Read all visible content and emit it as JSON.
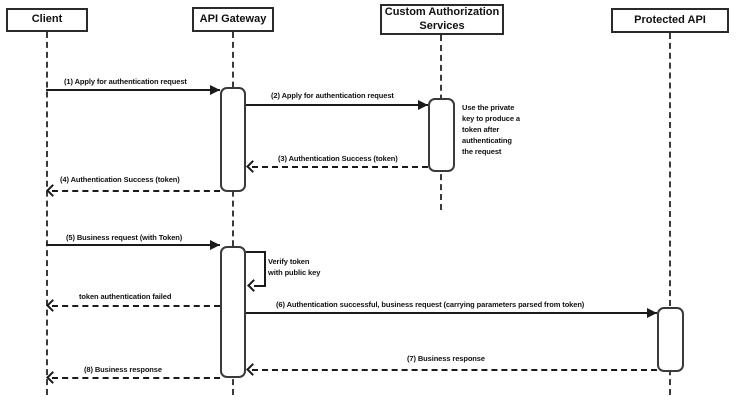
{
  "diagram": {
    "type": "sequence",
    "colors": {
      "line": "#1a1a1a",
      "box_border": "#2b2b2b",
      "surface": "#ffffff"
    },
    "actors": [
      {
        "label": "Client"
      },
      {
        "label": "API Gateway"
      },
      {
        "label": "Custom Authorization\nServices"
      },
      {
        "label": "Protected API"
      }
    ],
    "messages": [
      {
        "from": "Client",
        "to": "API Gateway",
        "style": "solid",
        "label": "(1) Apply for authentication request"
      },
      {
        "from": "API Gateway",
        "to": "Custom Authorization Services",
        "style": "solid",
        "label": "(2) Apply for authentication request"
      },
      {
        "from": "Custom Authorization Services",
        "to": "API Gateway",
        "style": "dashed",
        "label": "(3) Authentication Success (token)"
      },
      {
        "from": "API Gateway",
        "to": "Client",
        "style": "dashed",
        "label": "(4) Authentication Success (token)"
      },
      {
        "from": "Client",
        "to": "API Gateway",
        "style": "solid",
        "label": "(5) Business request (with Token)"
      },
      {
        "from": "API Gateway",
        "to": "API Gateway",
        "style": "self",
        "label": "Verify token\nwith public key"
      },
      {
        "from": "API Gateway",
        "to": "Client",
        "style": "dashed",
        "label": "token authentication failed"
      },
      {
        "from": "API Gateway",
        "to": "Protected API",
        "style": "solid",
        "label": "(6) Authentication successful, business request (carrying parameters parsed from token)"
      },
      {
        "from": "Protected API",
        "to": "API Gateway",
        "style": "dashed",
        "label": "(7) Business response"
      },
      {
        "from": "API Gateway",
        "to": "Client",
        "style": "dashed",
        "label": "(8) Business response"
      }
    ],
    "notes": [
      {
        "attached_to": "Custom Authorization Services",
        "text": "Use the private\nkey to produce a\ntoken after\nauthenticating\nthe request"
      }
    ]
  }
}
